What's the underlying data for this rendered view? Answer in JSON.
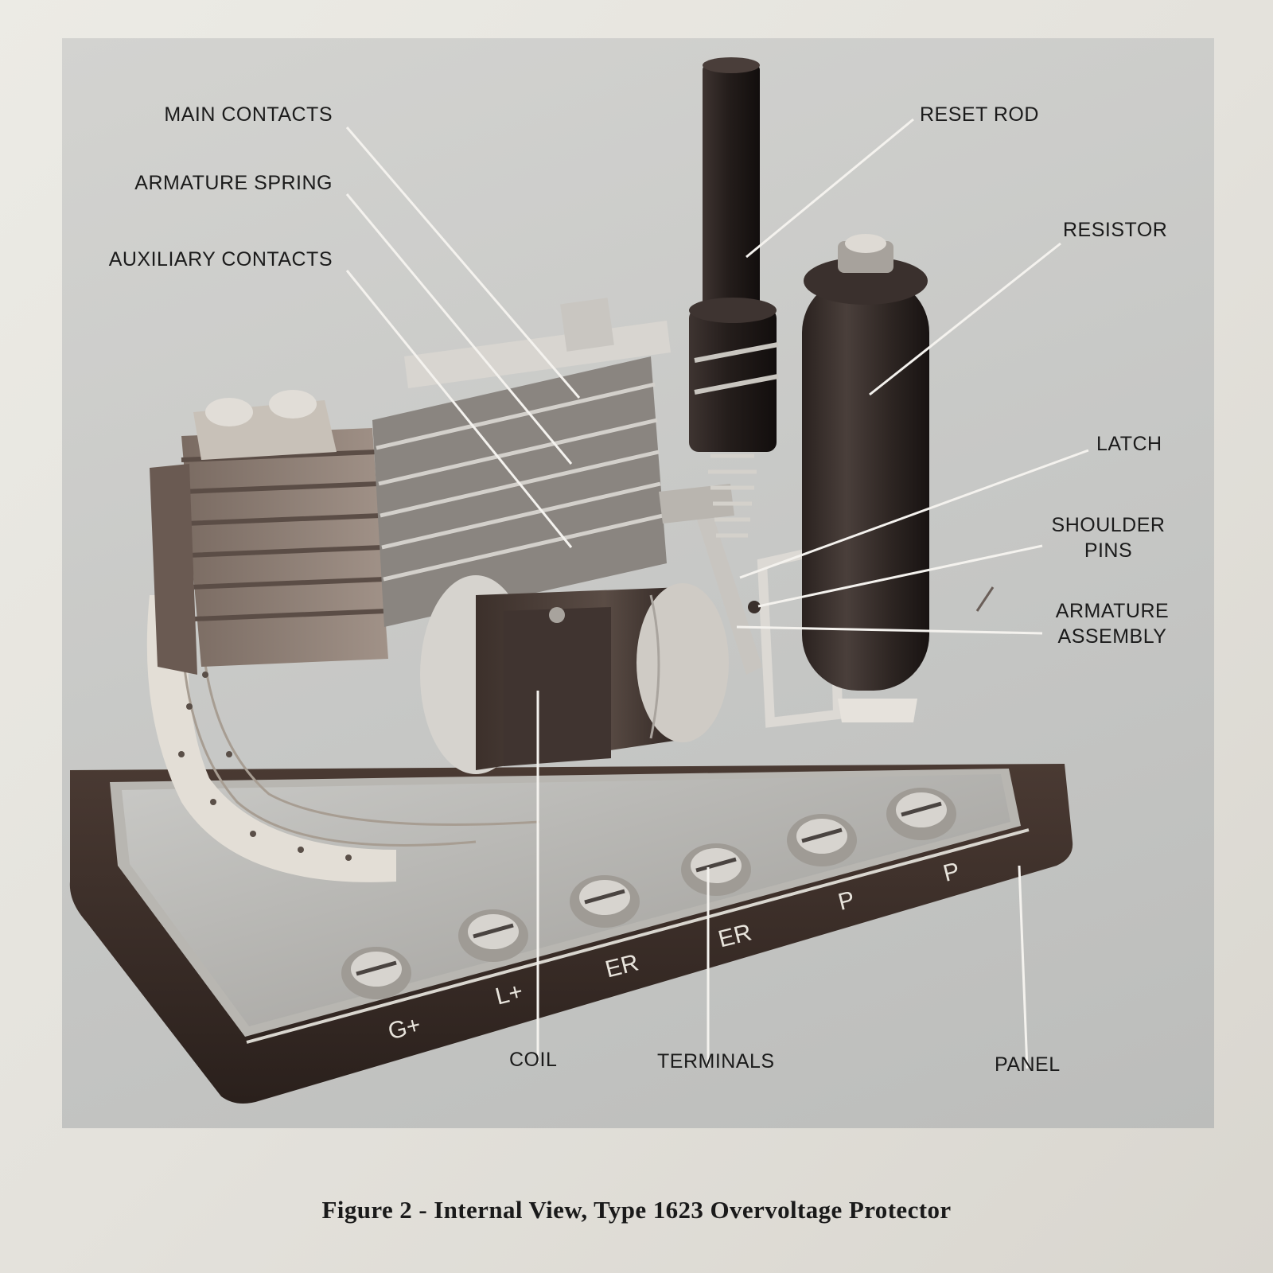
{
  "figure": {
    "caption": "Figure 2 - Internal View, Type 1623 Overvoltage Protector"
  },
  "callouts": [
    {
      "id": "main-contacts",
      "label": "MAIN CONTACTS"
    },
    {
      "id": "armature-spring",
      "label": "ARMATURE SPRING"
    },
    {
      "id": "auxiliary-contacts",
      "label": "AUXILIARY CONTACTS"
    },
    {
      "id": "reset-rod",
      "label": "RESET ROD"
    },
    {
      "id": "resistor",
      "label": "RESISTOR"
    },
    {
      "id": "latch",
      "label": "LATCH"
    },
    {
      "id": "shoulder-pins",
      "label": "SHOULDER PINS"
    },
    {
      "id": "armature-assembly",
      "label": "ARMATURE ASSEMBLY"
    },
    {
      "id": "coil",
      "label": "COIL"
    },
    {
      "id": "terminals",
      "label": "TERMINALS"
    },
    {
      "id": "panel",
      "label": "PANEL"
    }
  ],
  "terminal_markings": [
    "G+",
    "L+",
    "ER",
    "ER",
    "P",
    "P"
  ]
}
